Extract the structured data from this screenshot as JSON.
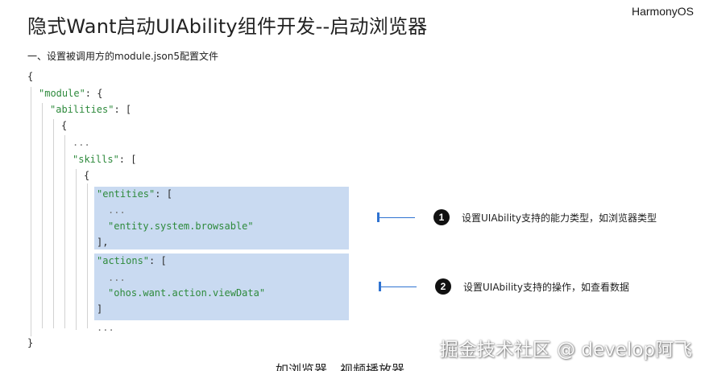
{
  "header": {
    "title": "隐式Want启动UIAbility组件开发--启动浏览器",
    "brand": "HarmonyOS"
  },
  "section_heading": "一、设置被调用方的module.json5配置文件",
  "code": {
    "l1": "{",
    "l2_key": "\"module\"",
    "l2_rest": ": {",
    "l3_key": "\"abilities\"",
    "l3_rest": ": [",
    "l4": "{",
    "l5": "...",
    "l6_key": "\"skills\"",
    "l6_rest": ": [",
    "l7": "{",
    "l8_key": "\"entities\"",
    "l8_rest": ": [",
    "l9": "...",
    "l10": "\"entity.system.browsable\"",
    "l11": "],",
    "l12_key": "\"actions\"",
    "l12_rest": ": [",
    "l13": "...",
    "l14": "\"ohos.want.action.viewData\"",
    "l15": "]",
    "l16": "...",
    "l17": "}"
  },
  "callouts": [
    {
      "number": "1",
      "text": "设置UIAbility支持的能力类型，如浏览器类型"
    },
    {
      "number": "2",
      "text": "设置UIAbility支持的操作，如查看数据"
    }
  ],
  "watermark": "掘金技术社区 @ develop阿飞",
  "subtitle_fragment": "如浏览器、视频播放器",
  "colors": {
    "highlight": "#c9daf1",
    "callout_accent": "#2f73d1",
    "string_green": "#2e8a3c"
  }
}
